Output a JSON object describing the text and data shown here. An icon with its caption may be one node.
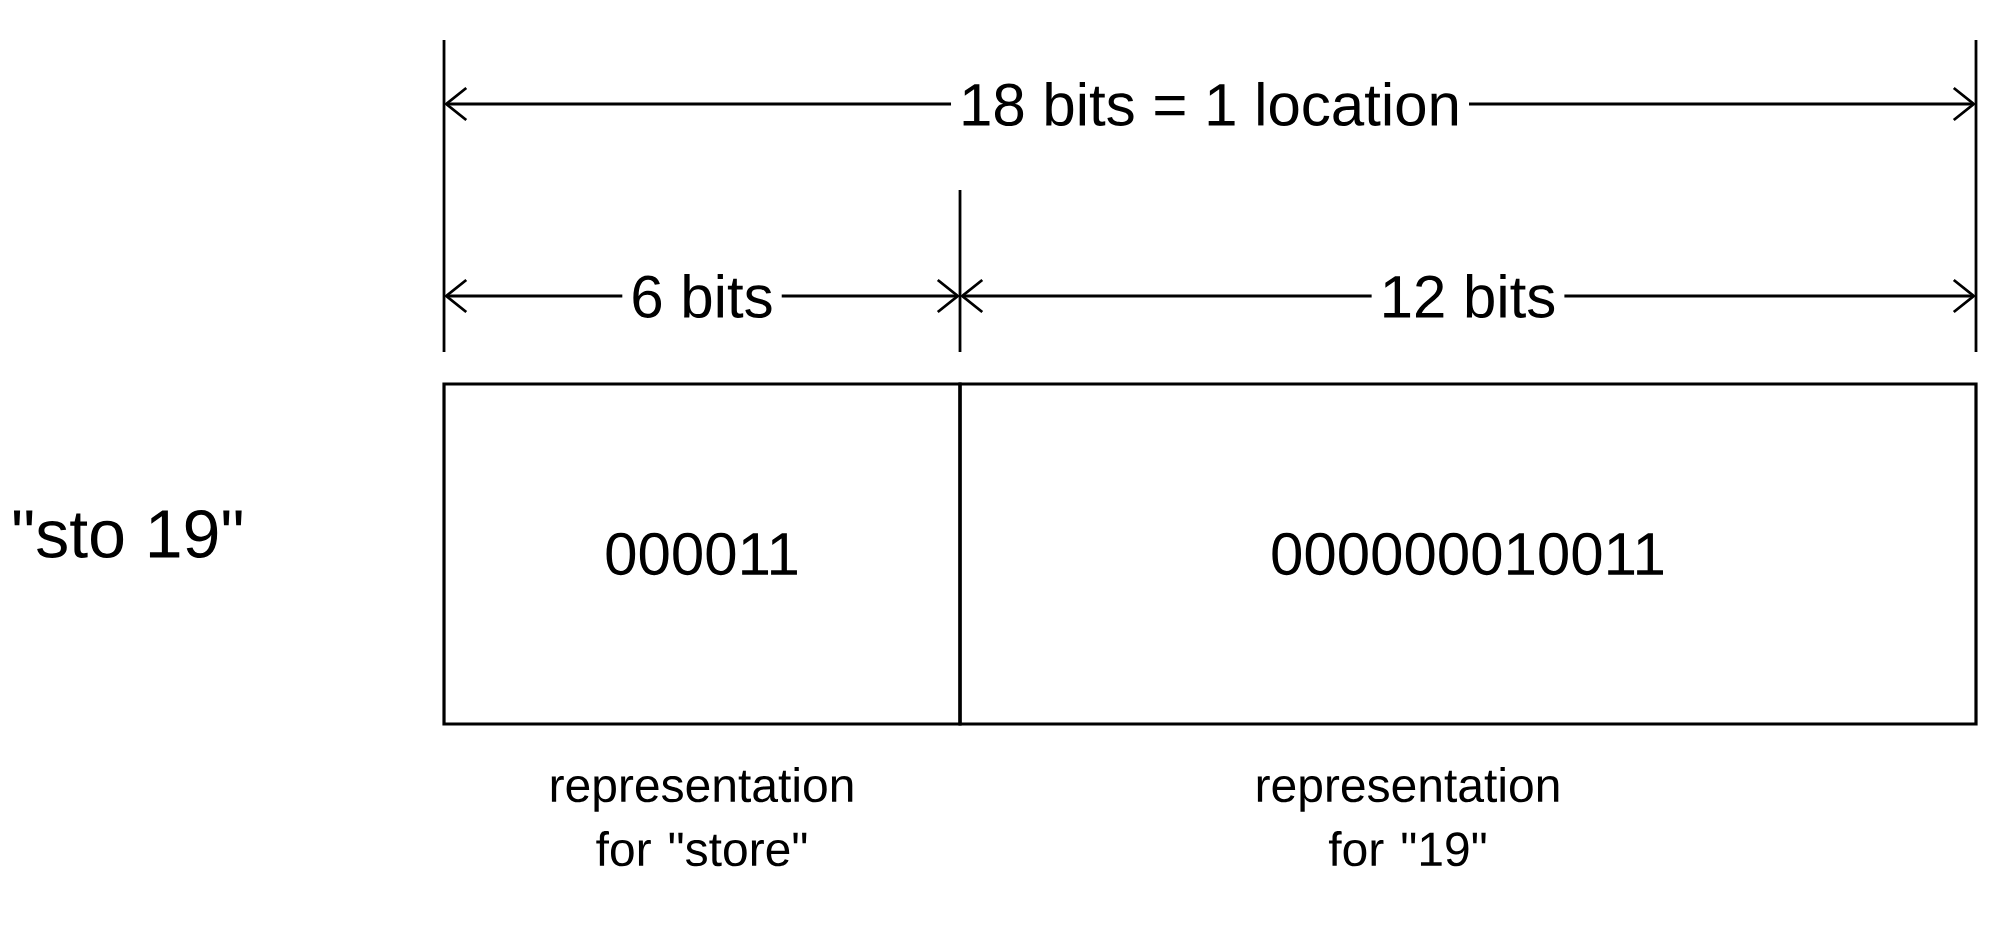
{
  "diagram": {
    "nodes": [
      {
        "text": [
          "000011"
        ],
        "beside": [
          "representation for \"store\""
        ]
      },
      {
        "text": [
          "000000010011"
        ],
        "beside": [
          "representation for \"19\""
        ]
      }
    ],
    "labels": [
      "18 bits = 1 location",
      "6 bits",
      "12 bits",
      "\"sto 19\""
    ]
  }
}
